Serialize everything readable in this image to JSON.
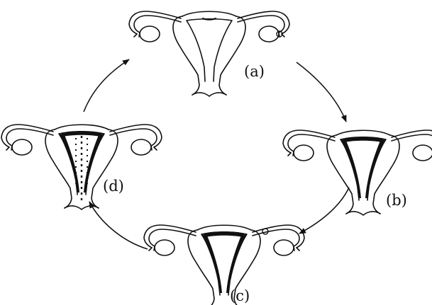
{
  "stages": [
    {
      "id": "a",
      "label": "(a)"
    },
    {
      "id": "b",
      "label": "(b)"
    },
    {
      "id": "c",
      "label": "(c)"
    },
    {
      "id": "d",
      "label": "(d)"
    }
  ],
  "colors": {
    "ink": "#111111",
    "background": "#ffffff"
  }
}
